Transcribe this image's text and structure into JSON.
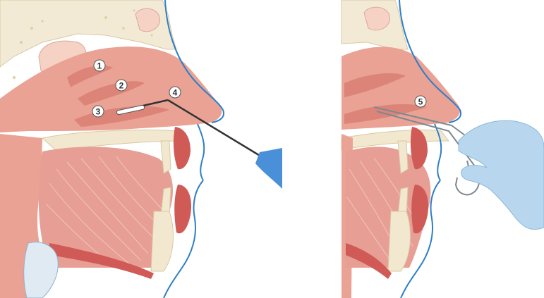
{
  "callouts": {
    "c1": "1",
    "c2": "2",
    "c3": "3",
    "c4": "4",
    "c5": "5"
  },
  "colors": {
    "tissue": "#e9a294",
    "tissue_dark": "#d46b60",
    "tissue_light": "#f3c2b6",
    "bone": "#f2e8cf",
    "skin_outline": "#2e7fc7",
    "muscle": "#d05a55",
    "glove": "#b8d7ee",
    "swab_handle": "#4a90d9",
    "instrument": "#9aa5ad"
  },
  "icons": {
    "left_panel": "sagittal-head-section-with-swab",
    "right_panel": "sagittal-head-section-with-forceps"
  }
}
